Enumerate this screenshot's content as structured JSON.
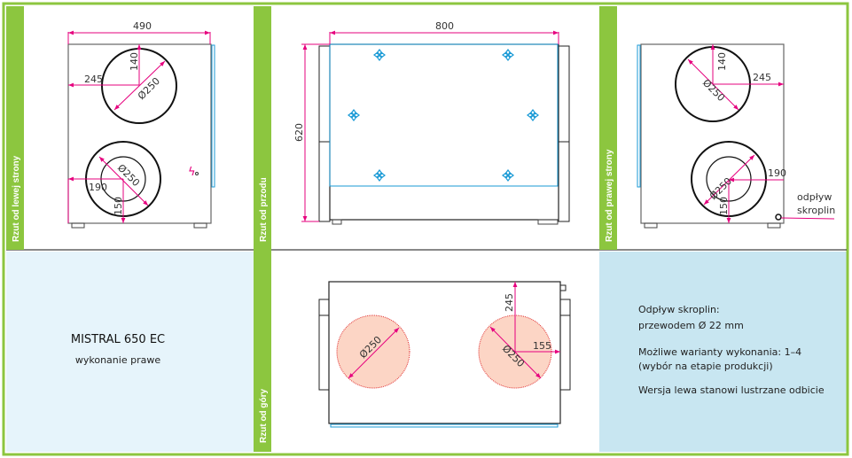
{
  "colors": {
    "green": "#8cc63f",
    "dim": "#e6007e",
    "panel_left": "#e6f4fb",
    "panel_right": "#c8e6f1",
    "blue": "#1a9ad6",
    "circle_fill": "#fcd5c5"
  },
  "tabs": {
    "left_side": "Rzut od lewej strony",
    "front": "Rzut od przodu",
    "right_side": "Rzut od prawej strony",
    "top": "Rzut od góry"
  },
  "left_view": {
    "width": "490",
    "offset_top": "140",
    "offset_side": "245",
    "diam_top": "Ø250",
    "diam_bottom": "Ø250",
    "offset_bottom_side": "190",
    "offset_bottom": "150"
  },
  "front_view": {
    "width": "800",
    "height": "620"
  },
  "right_view": {
    "offset_top": "140",
    "offset_side": "245",
    "diam_top": "Ø250",
    "diam_bottom": "Ø250",
    "offset_bottom_side": "190",
    "offset_bottom": "150",
    "drain_label_1": "odpływ",
    "drain_label_2": "skroplin"
  },
  "top_view": {
    "diam_left": "Ø250",
    "diam_right": "Ø250",
    "offset_top": "245",
    "offset_side": "155"
  },
  "model": {
    "name": "MISTRAL 650 EC",
    "variant": "wykonanie prawe"
  },
  "info": {
    "line1": "Odpływ skroplin:",
    "line2": "przewodem Ø 22 mm",
    "line3": "Możliwe warianty wykonania: 1–4",
    "line4": "(wybór na etapie produkcji)",
    "line5": "Wersja lewa stanowi lustrzane odbicie"
  }
}
